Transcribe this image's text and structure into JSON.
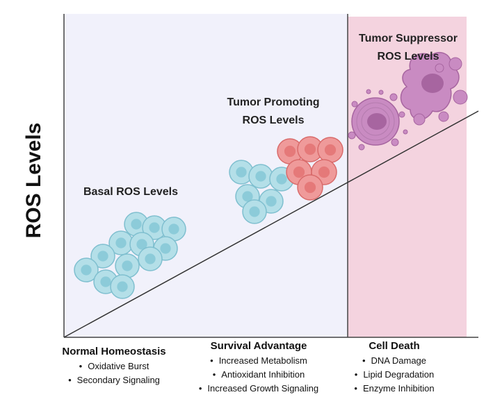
{
  "y_axis_label": "ROS Levels",
  "regions": {
    "basal": "Basal ROS Levels",
    "promoting_line1": "Tumor Promoting",
    "promoting_line2": "ROS Levels",
    "suppressor_line1": "Tumor Suppressor",
    "suppressor_line2": "ROS Levels"
  },
  "stages": [
    {
      "title": "Normal Homeostasis",
      "items": [
        "Oxidative Burst",
        "Secondary Signaling"
      ]
    },
    {
      "title": "Survival Advantage",
      "items": [
        "Increased Metabolism",
        "Antioxidant Inhibition",
        "Increased Growth Signaling"
      ]
    },
    {
      "title": "Cell Death",
      "items": [
        "DNA Damage",
        "Lipid Degradation",
        "Enzyme Inhibition"
      ]
    }
  ],
  "colors": {
    "normal_zone": "#f1f1fb",
    "suppressor_zone": "#f4d3df",
    "normal_cell": "#b4dfe8",
    "normal_cell_nucleus": "#8ccbd9",
    "promoting_cell": "#ef9a9a",
    "promoting_cell_nucleus": "#e57979",
    "dying_cell": "#c98bc2",
    "dying_cell_dark": "#a765a0"
  }
}
